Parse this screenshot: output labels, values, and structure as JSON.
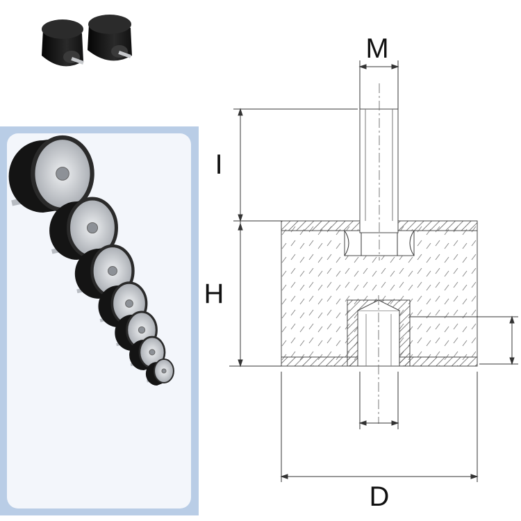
{
  "diagram": {
    "labels": {
      "thread": "M",
      "thread_length": "I",
      "height": "H",
      "diameter": "D"
    }
  },
  "photos": {
    "top_product_icon": "rubber-mount-pair-photo",
    "main_product_icon": "rubber-mount-size-range-photo",
    "count_in_range": 7
  },
  "colors": {
    "rubber": "#1a1a1a",
    "metal": "#c9ccd1",
    "photo_frame": "#b9cde6",
    "photo_panel": "#f3f6fb",
    "line": "#333333",
    "hatch": "#555555"
  }
}
